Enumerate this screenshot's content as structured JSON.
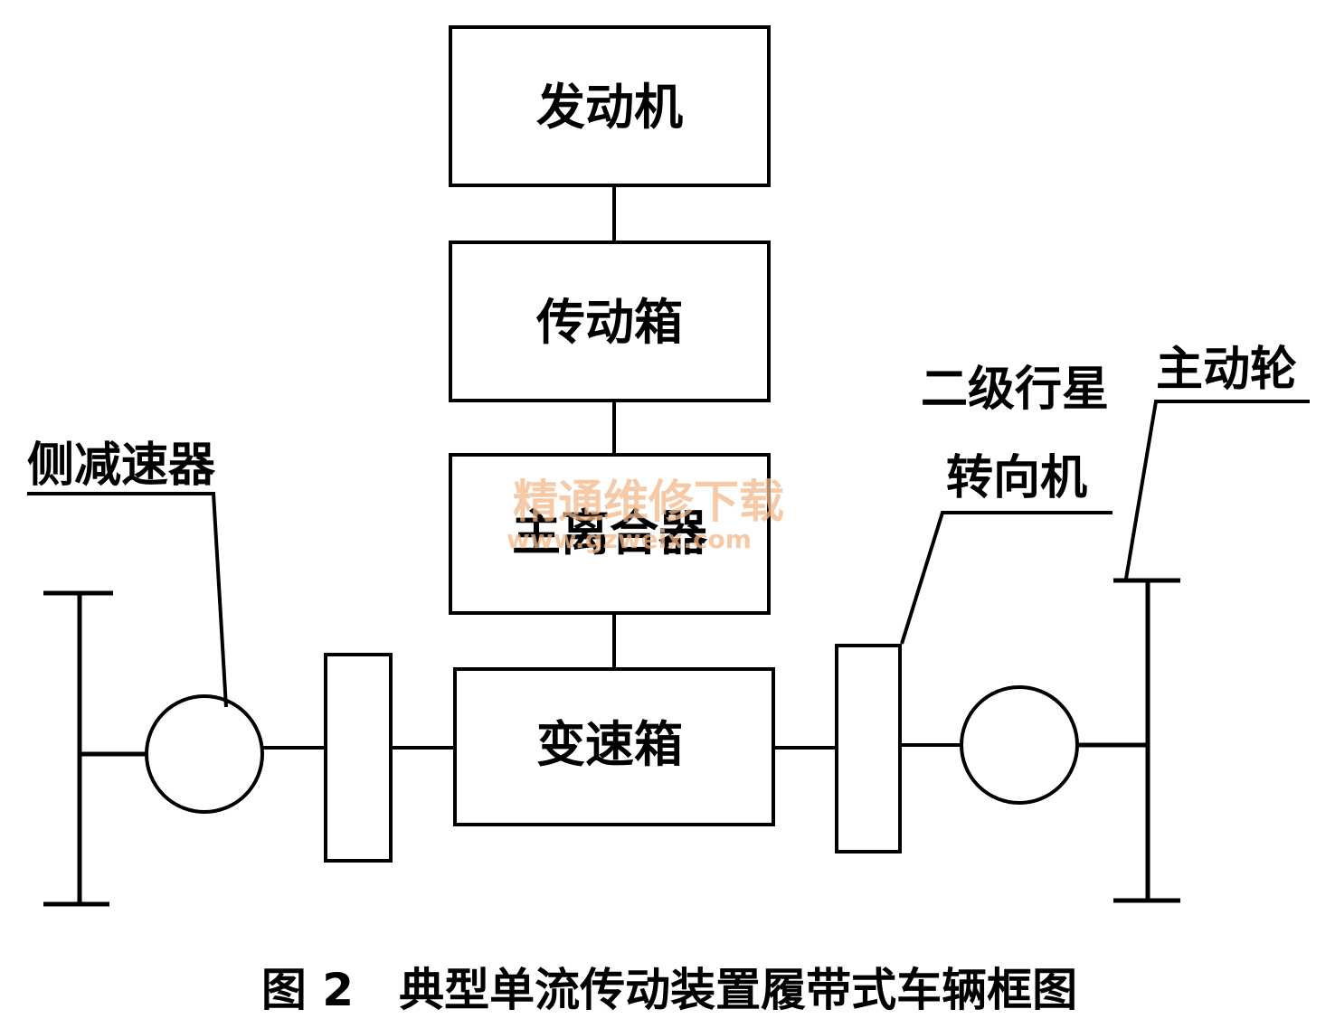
{
  "diagram": {
    "boxes": {
      "engine": "发动机",
      "transfer_case": "传动箱",
      "main_clutch": "主离合器",
      "gearbox": "变速箱"
    },
    "labels": {
      "final_drive": "侧减速器",
      "steering_mech_line1": "二级行星",
      "steering_mech_line2": "转向机",
      "drive_wheel": "主动轮"
    },
    "caption": "图 2　典型单流传动装置履带式车辆框图",
    "watermark": {
      "text": "精通维修下载",
      "url": "www.gzweix.com"
    }
  }
}
